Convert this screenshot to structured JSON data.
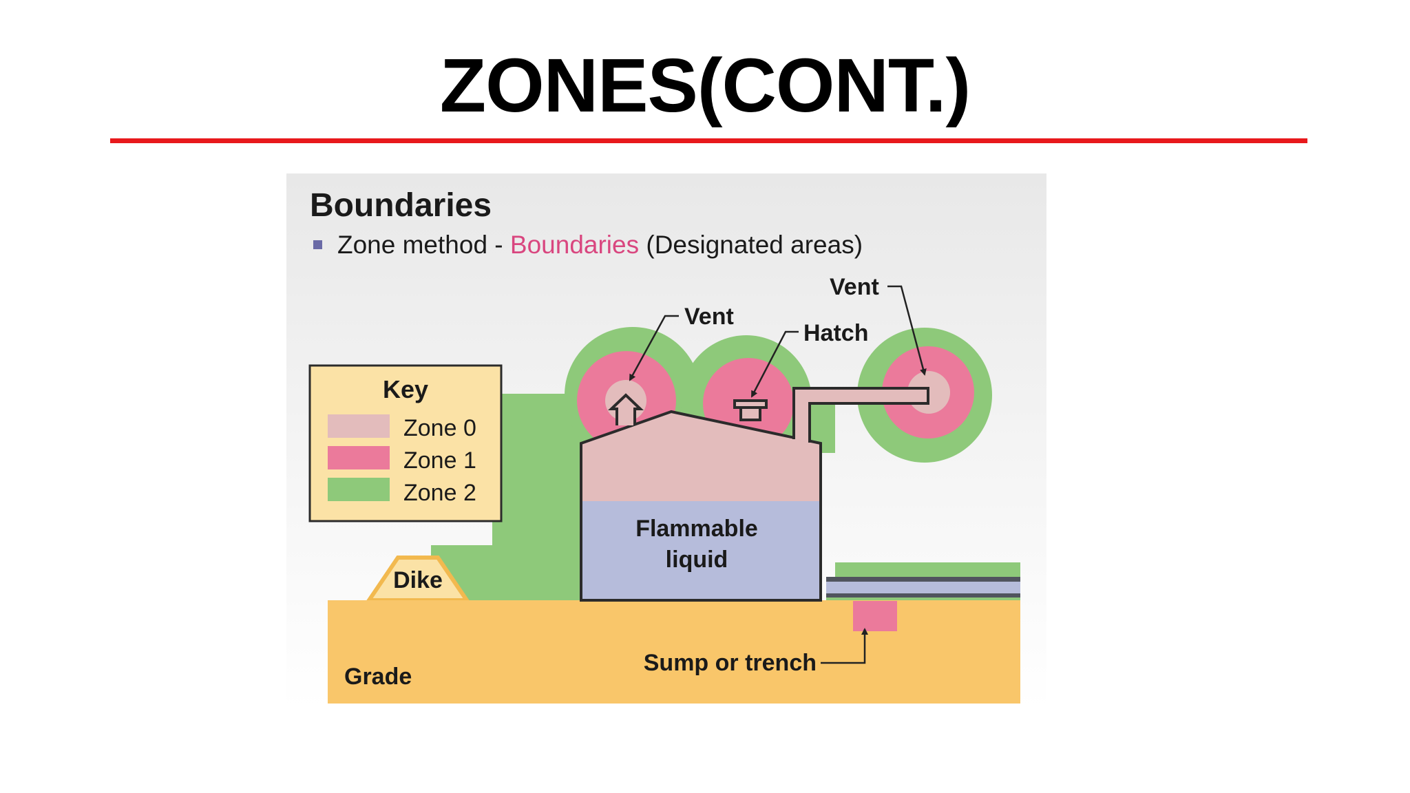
{
  "slide": {
    "title": "ZONES(CONT.)"
  },
  "figure": {
    "heading": "Boundaries",
    "bullet": {
      "prefix": "Zone method - ",
      "highlight": "Boundaries",
      "suffix": " (Designated areas)"
    },
    "key": {
      "title": "Key",
      "items": [
        {
          "label": "Zone 0",
          "color": "#e3bcbc"
        },
        {
          "label": "Zone 1",
          "color": "#eb7a9b"
        },
        {
          "label": "Zone 2",
          "color": "#8ec97a"
        }
      ]
    },
    "labels": {
      "vent_left": "Vent",
      "hatch": "Hatch",
      "vent_right": "Vent",
      "liquid_line1": "Flammable",
      "liquid_line2": "liquid",
      "dike": "Dike",
      "grade": "Grade",
      "sump": "Sump or trench"
    },
    "colors": {
      "grade": "#f9c66a",
      "dike": "#fbe2a6",
      "liquid": "#b6bcdb",
      "highlight_text": "#d9467f",
      "bullet": "#6a6aa6",
      "title_rule": "#e8191c"
    }
  }
}
